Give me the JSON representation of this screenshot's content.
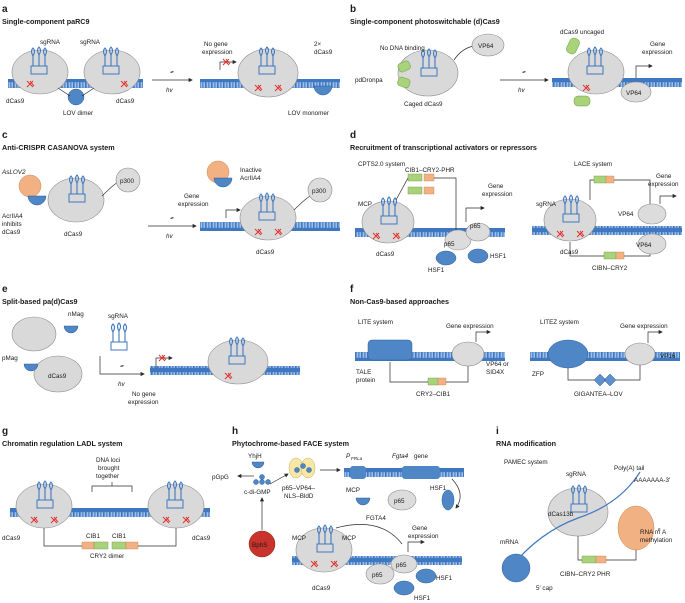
{
  "panels": {
    "a": {
      "letter": "a",
      "title": "Single-component paRC9",
      "labels": {
        "sgrna_left": "sgRNA",
        "sgrna_right": "sgRNA",
        "dcas9_left": "dCas9",
        "dcas9_right": "dCas9",
        "lov_dimer": "LOV dimer",
        "hv": "hv",
        "no_gene_l1": "No gene",
        "no_gene_l2": "expression",
        "two_x_l1": "2×",
        "two_x_l2": "dCas9",
        "lov_monomer": "LOV monomer"
      }
    },
    "b": {
      "letter": "b",
      "title": "Single-component photoswitchable (d)Cas9",
      "labels": {
        "no_dna": "No DNA binding",
        "vp64_left": "VP64",
        "pddronpa": "pdDronpa",
        "caged": "Caged dCas9",
        "hv": "hv",
        "uncaged": "dCas9 uncaged",
        "gene_l1": "Gene",
        "gene_l2": "expression",
        "vp64_right": "VP64"
      }
    },
    "c": {
      "letter": "c",
      "title": "Anti-CRISPR CASANOVA system",
      "labels": {
        "aslov2": "AsLOV2",
        "acr_l1": "AcrIIA4",
        "acr_l2": "inhibits",
        "acr_l3": "dCas9",
        "dcas9_left": "dCas9",
        "p300_left": "p300",
        "inactive_l1": "Inactive",
        "inactive_l2": "AcrIIA4",
        "gene_l1": "Gene",
        "gene_l2": "expression",
        "hv": "hv",
        "p300_right": "p300",
        "dcas9_right": "dCas9"
      }
    },
    "d": {
      "letter": "d",
      "title": "Recruitment of transcriptional activators or repressors",
      "labels": {
        "cpts": "CPTS2.0 system",
        "cib1_cry2_phr": "CIB1–CRY2-PHR",
        "mcp": "MCP",
        "gene_l1": "Gene",
        "gene_l2": "expression",
        "p65_a": "p65",
        "p65_b": "p65",
        "dcas9_left": "dCas9",
        "hsf1_a": "HSF1",
        "hsf1_b": "HSF1",
        "lace": "LACE system",
        "sgrna": "sgRNA",
        "lace_gene_l1": "Gene",
        "lace_gene_l2": "expression",
        "vp64_a": "VP64",
        "vp64_b": "VP64",
        "dcas9_right": "dCas9",
        "cibn_cry2": "CIBN–CRY2"
      }
    },
    "e": {
      "letter": "e",
      "title": "Split-based pa(d)Cas9",
      "labels": {
        "sgrna": "sgRNA",
        "nmag": "nMag",
        "pmag": "pMag",
        "dcas9": "dCas9",
        "hv": "hv",
        "no_gene_l1": "No gene",
        "no_gene_l2": "expression"
      }
    },
    "f": {
      "letter": "f",
      "title": "Non-Cas9-based approaches",
      "labels": {
        "lite": "LITE system",
        "gene_expr_left": "Gene expression",
        "tale_l1": "TALE",
        "tale_l2": "protein",
        "vp64_l1": "VP64 or",
        "vp64_l2": "SID4X",
        "cry2_cib1": "CRY2–CIB1",
        "litez": "LITEZ system",
        "gene_expr_right": "Gene expression",
        "zfp": "ZFP",
        "vp16": "VP16",
        "gigantea": "GIGANTEA–LOV"
      }
    },
    "g": {
      "letter": "g",
      "title": "Chromatin regulation LADL system",
      "labels": {
        "loci_l1": "DNA loci",
        "loci_l2": "brought",
        "loci_l3": "together",
        "dcas9_left": "dCas9",
        "dcas9_right": "dCas9",
        "cib1_left": "CIB1",
        "cib1_right": "CIB1",
        "cry2_dimer": "CRY2 dimer"
      }
    },
    "h": {
      "letter": "h",
      "title": "Phytochrome-based FACE system",
      "labels": {
        "yhjh": "YhjH",
        "pgpg": "pGpG",
        "cdigmp": "c-di-GMP",
        "fusion_l1": "p65–VP64–",
        "fusion_l2": "NLS–BldD",
        "bphs": "BphS",
        "promoter_p": "P",
        "promoter_sub": "FRLa",
        "fgta4_gene": "Fgta4",
        "gene_word": "gene",
        "hsf1_top": "HSF1",
        "mcp_top": "MCP",
        "p65_top": "p65",
        "fgta4": "FGTA4",
        "mcp_a": "MCP",
        "mcp_b": "MCP",
        "gene_l1": "Gene",
        "gene_l2": "expression",
        "p65_a": "p65",
        "p65_b": "p65",
        "hsf1_a": "HSF1",
        "hsf1_b": "HSF1",
        "dcas9": "dCas9"
      }
    },
    "i": {
      "letter": "i",
      "title": "RNA modification",
      "labels": {
        "pamec": "PAMEC system",
        "sgrna": "sgRNA",
        "dcas13b": "dCas13b",
        "polya_l1": "Poly(A) tail",
        "polya_l2": "AAAAAAA-3′",
        "mrna": "mRNA",
        "m6a_l1": "RNA m",
        "m6a_sup": "6",
        "m6a_l1b": "A",
        "m6a_l2": "methylation",
        "cap": "5′ cap",
        "cibn_cry2_phr": "CIBN–CRY2 PHR"
      }
    }
  },
  "colors": {
    "dna": "#3f78c0",
    "protein_grey": "#d9d9d9",
    "blue_effector": "#4f86c6",
    "green_domain": "#a9d37a",
    "orange_domain": "#f2b183",
    "red_bphs": "#c8342b",
    "yellow_fusion": "#f6e7a6",
    "red_cross": "#e0302a"
  },
  "icons": [
    "sgrna-icon",
    "lightning-hv-icon",
    "red-cross-icon",
    "dna-helix-icon",
    "arrow-icon"
  ]
}
